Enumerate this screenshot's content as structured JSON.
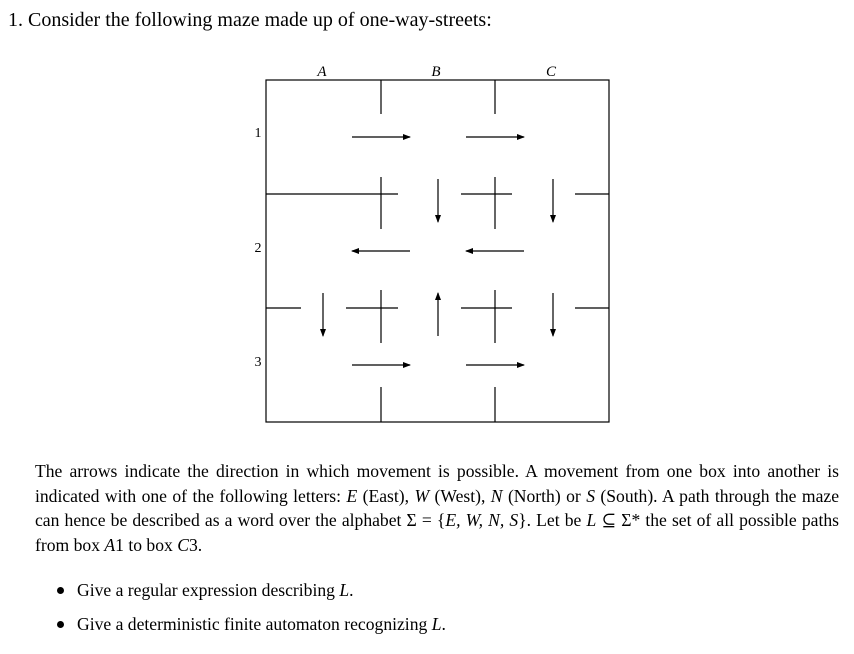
{
  "heading": "1. Consider the following maze made up of one-way-streets:",
  "maze": {
    "column_labels": [
      "A",
      "B",
      "C"
    ],
    "row_labels": [
      "1",
      "2",
      "3"
    ]
  },
  "paragraph": {
    "t1": "The arrows indicate the direction in which movement is possible. A movement from one box into another is indicated with one of the following letters: ",
    "E": "E",
    "t2": " (East), ",
    "W": "W",
    "t3": " (West), ",
    "N": "N",
    "t4": " (North) or ",
    "S": "S",
    "t5": " (South). A path through the maze can hence be described as a word over the alphabet Σ = {",
    "alphabet": "E, W, N, S",
    "t6": "}. Let be ",
    "L": "L",
    "t7": " ⊆ Σ* the set of all possible paths from box ",
    "from": "A",
    "from_num": "1",
    "t8": " to box ",
    "to": "C",
    "to_num": "3",
    "t9": "."
  },
  "bullets": [
    {
      "text": "Give a regular expression describing ",
      "var": "L",
      "end": "."
    },
    {
      "text": "Give a deterministic finite automaton recognizing ",
      "var": "L",
      "end": "."
    }
  ]
}
